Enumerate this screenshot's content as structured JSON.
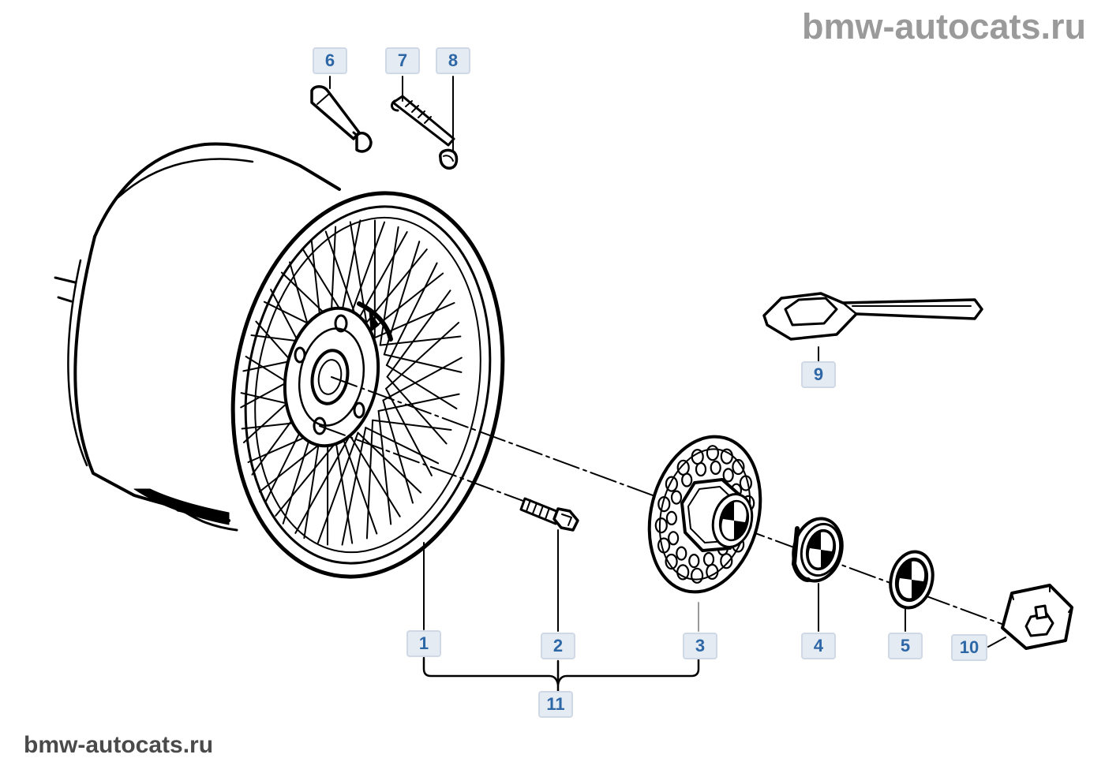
{
  "watermark": {
    "top": "bmw-autocats.ru",
    "bottom": "bmw-autocats.ru"
  },
  "callouts": {
    "c1": "1",
    "c2": "2",
    "c3": "3",
    "c4": "4",
    "c5": "5",
    "c6": "6",
    "c7": "7",
    "c8": "8",
    "c9": "9",
    "c10": "10",
    "c11": "11"
  },
  "colors": {
    "ink": "#000000",
    "callout_text": "#2e67a6",
    "callout_fill": "#e4ebf3",
    "watermark_top": "#9a9a9a",
    "watermark_bottom": "#4a4a4a"
  }
}
